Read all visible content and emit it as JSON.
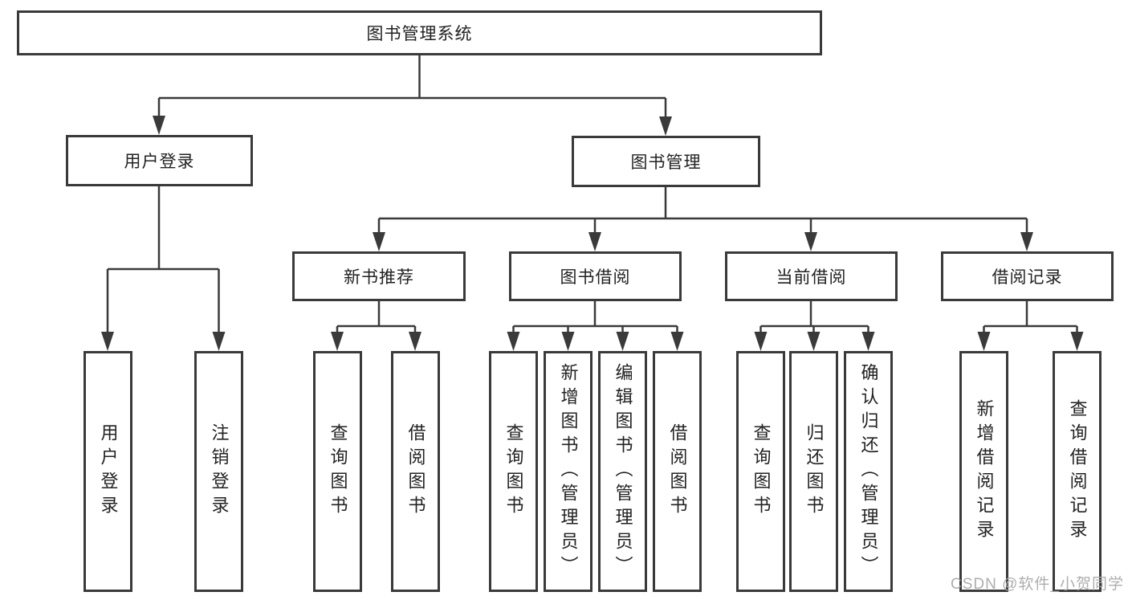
{
  "colors": {
    "line": "#3a3a3a",
    "box_border": "#3a3a3a",
    "text": "#222222",
    "watermark": "#aaaaaa",
    "background": "#ffffff"
  },
  "diagram": {
    "root": {
      "label": "图书管理系统"
    },
    "level2": [
      {
        "label": "用户登录"
      },
      {
        "label": "图书管理"
      }
    ],
    "level3": [
      {
        "label": "新书推荐"
      },
      {
        "label": "图书借阅"
      },
      {
        "label": "当前借阅"
      },
      {
        "label": "借阅记录"
      }
    ],
    "leaves": {
      "user_login": [
        {
          "label": "用户登录"
        },
        {
          "label": "注销登录"
        }
      ],
      "new_book": [
        {
          "label": "查询图书"
        },
        {
          "label": "借阅图书"
        }
      ],
      "book_borrow": [
        {
          "label": "查询图书"
        },
        {
          "label": "新增图书（管理员）"
        },
        {
          "label": "编辑图书（管理员）"
        },
        {
          "label": "借阅图书"
        }
      ],
      "current_borrow": [
        {
          "label": "查询图书"
        },
        {
          "label": "归还图书"
        },
        {
          "label": "确认归还（管理员）"
        }
      ],
      "borrow_records": [
        {
          "label": "新增借阅记录"
        },
        {
          "label": "查询借阅记录"
        }
      ]
    },
    "watermark": "CSDN @软件_小贺同学"
  }
}
